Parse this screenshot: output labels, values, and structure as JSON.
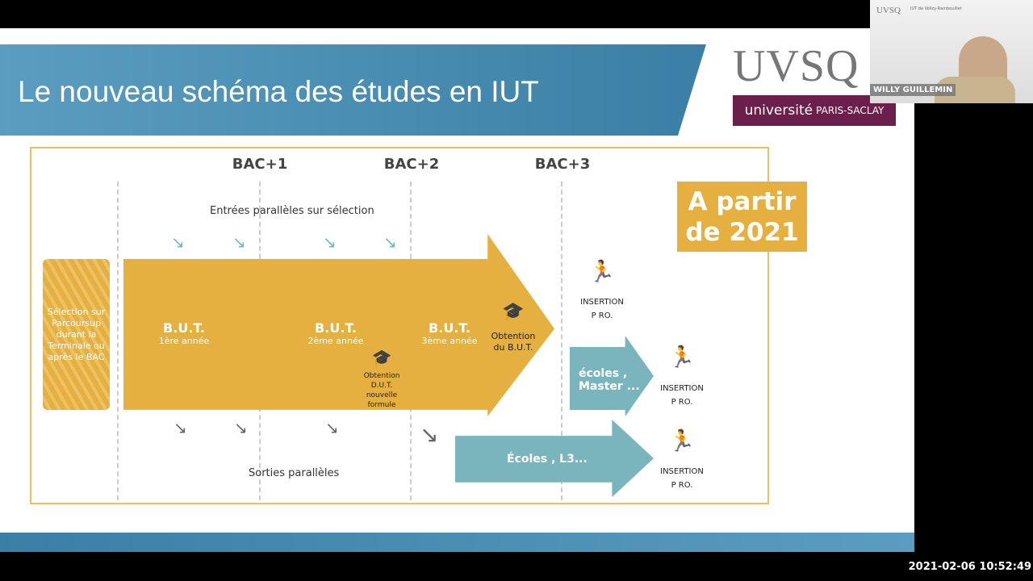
{
  "slide": {
    "title": "Le nouveau schéma des études en IUT",
    "logos": {
      "uvsq": "UVSQ",
      "saclay_1": "université",
      "saclay_2": "PARIS-SACLAY"
    },
    "bac_labels": [
      "BAC+1",
      "BAC+2",
      "BAC+3"
    ],
    "entrees": "Entrées parallèles sur sélection",
    "sorties": "Sorties parallèles",
    "selection": "Sélection sur Parcoursup durant la Terminale ou après le BAC",
    "years": [
      {
        "title": "B.U.T.",
        "sub": "1ère année"
      },
      {
        "title": "B.U.T.",
        "sub": "2ème année"
      },
      {
        "title": "B.U.T.",
        "sub": "3ème année"
      }
    ],
    "dut": "Obtention D.U.T. nouvelle formule",
    "but_obtained": "Obtention du B.U.T.",
    "insertion": "INSERTION P RO.",
    "ecoles_master": "écoles , Master ...",
    "ecoles_l3": "Écoles , L3...",
    "badge": "A partir de 2021"
  },
  "webcam": {
    "name": "WILLY GUILLEMIN",
    "header": "IUT de Vélizy-Rambouillet"
  },
  "timestamp": "2021-02-06 10:52:49",
  "colors": {
    "gold": "#e5b040",
    "teal": "#7ab5be",
    "blue": "#3b7fa6",
    "purple": "#6c1f4a"
  }
}
